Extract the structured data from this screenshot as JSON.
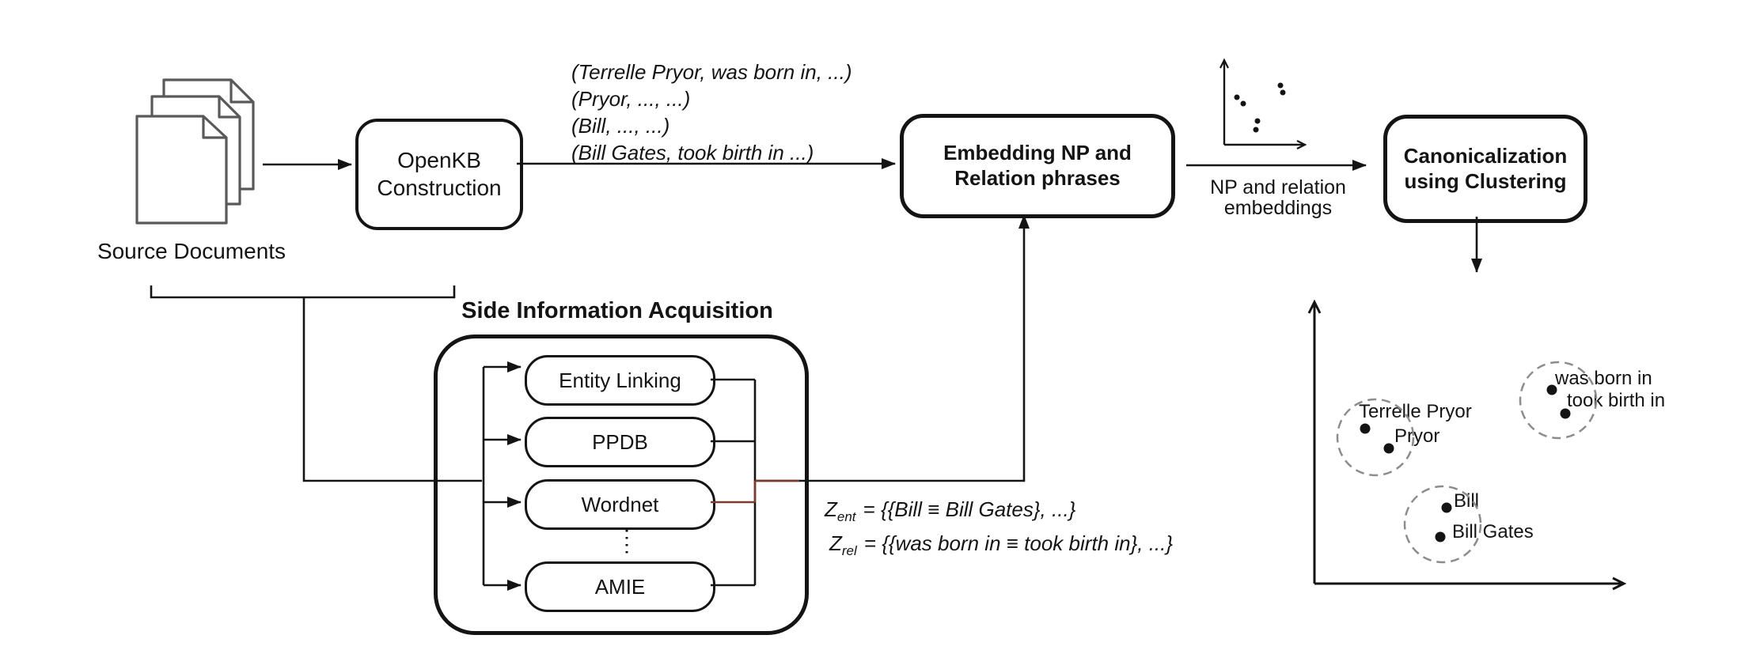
{
  "figure": {
    "source": {
      "label": "Source Documents"
    },
    "openkb": {
      "label": "OpenKB Construction"
    },
    "triples": {
      "lines": [
        "(Terrelle Pryor, was born in, ...)",
        "(Pryor, ..., ...)",
        "(Bill, ..., ...)",
        "(Bill Gates, took birth in ...)"
      ]
    },
    "embedding": {
      "label": "Embedding NP and Relation phrases"
    },
    "np_arrow": {
      "line1": "NP and relation",
      "line2": "embeddings"
    },
    "canonicalization": {
      "label": "Canonicalization using Clustering"
    },
    "side_info": {
      "title": "Side Information Acquisition",
      "modules": [
        {
          "label": "Entity Linking"
        },
        {
          "label": "PPDB"
        },
        {
          "label": "Wordnet"
        },
        {
          "label": "AMIE"
        }
      ]
    },
    "equations": {
      "ent": {
        "symbol": "Z",
        "subscript": "ent",
        "rhs": "= {{Bill ≡ Bill Gates}, ...}"
      },
      "rel": {
        "symbol": "Z",
        "subscript": "rel",
        "rhs": "= {{was born in ≡ took birth in}, ...}"
      }
    },
    "clusters": {
      "entity1": {
        "labels": [
          "Terrelle Pryor",
          "Pryor"
        ]
      },
      "entity2": {
        "labels": [
          "Bill",
          "Bill Gates"
        ]
      },
      "relation": {
        "labels": [
          "was born in",
          "took birth in"
        ]
      }
    },
    "colors": {
      "ink": "#141414",
      "red_accent": "#7a3b2e",
      "doc_border": "#595959",
      "doc_line_blue": "#4f81bd",
      "cluster_dash": "#8c8c8c"
    }
  }
}
